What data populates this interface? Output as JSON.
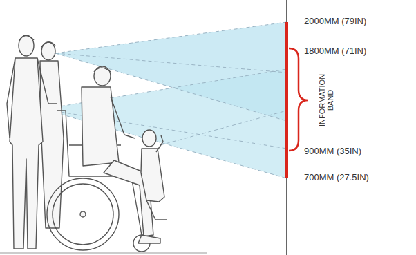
{
  "diagram": {
    "labels": [
      "2000MM (79IN)",
      "1800MM (71IN)",
      "INFORMATION BAND",
      "900MM (35IN)",
      "700MM (27.5IN)"
    ]
  }
}
